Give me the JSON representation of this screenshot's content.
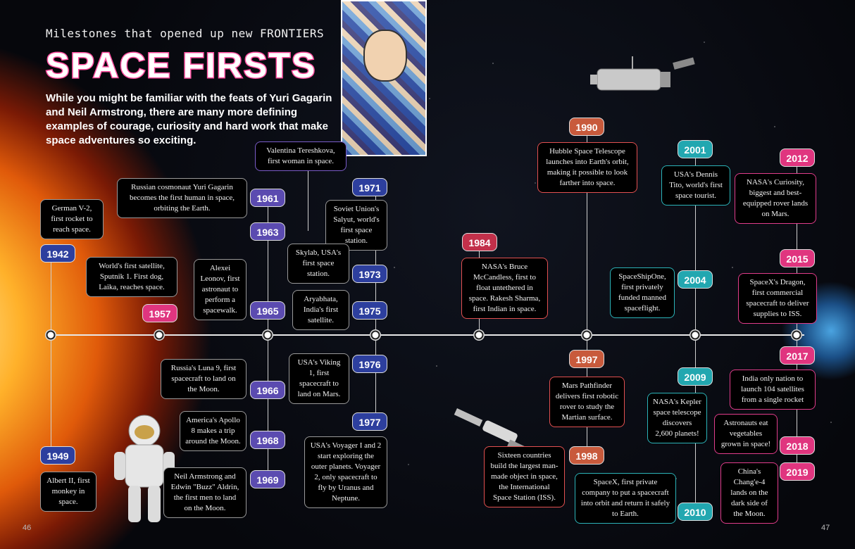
{
  "header": {
    "subtitle": "Milestones that opened up new FRONTIERS",
    "title": "SPACE FIRSTS",
    "intro": "While you might be familiar with the feats of Yuri Gagarin and Neil Armstrong, there are many more defining examples of courage, curiosity and hard work that make space adventures so exciting."
  },
  "page_numbers": {
    "left": "46",
    "right": "47"
  },
  "events": [
    {
      "year": "1942",
      "text": "German V-2, first rocket to reach space."
    },
    {
      "year": "1949",
      "text": "Albert II, first monkey in space."
    },
    {
      "year": "1957",
      "text": "World's first satellite, Sputnik 1. First dog, Laika, reaches space."
    },
    {
      "year": "1961",
      "text": "Russian cosmonaut Yuri Gagarin becomes the first human in space, orbiting the Earth."
    },
    {
      "year": "1963",
      "text": "Valentina Tereshkova, first woman in space."
    },
    {
      "year": "1965",
      "text": "Alexei Leonov, first astronaut to perform a spacewalk."
    },
    {
      "year": "1966",
      "text": "Russia's Luna 9, first spacecraft to land on the Moon."
    },
    {
      "year": "1968",
      "text": "America's Apollo 8 makes a trip around the Moon."
    },
    {
      "year": "1969",
      "text": "Neil Armstrong and Edwin \"Buzz\" Aldrin, the first men to land on the Moon."
    },
    {
      "year": "1971",
      "text": "Soviet Union's Salyut, world's first space station."
    },
    {
      "year": "1973",
      "text": "Skylab, USA's first space station."
    },
    {
      "year": "1975",
      "text": "Aryabhata, India's first satellite."
    },
    {
      "year": "1976",
      "text": "USA's Viking 1, first spacecraft to land on Mars."
    },
    {
      "year": "1977",
      "text": "USA's Voyager I and 2 start exploring the outer planets. Voyager 2, only spacecraft to fly by Uranus and Neptune."
    },
    {
      "year": "1984",
      "text": "NASA's Bruce McCandless, first to float untethered in space. Rakesh Sharma, first Indian in space."
    },
    {
      "year": "1990",
      "text": "Hubble Space Telescope launches into Earth's orbit, making it possible to look farther into space."
    },
    {
      "year": "1997",
      "text": "Mars Pathfinder delivers first robotic rover to study the Martian surface."
    },
    {
      "year": "1998",
      "text": "Sixteen countries build the largest man-made object in space, the International Space Station (ISS)."
    },
    {
      "year": "2001",
      "text": "USA's Dennis Tito, world's first space tourist."
    },
    {
      "year": "2004",
      "text": "SpaceShipOne, first privately funded manned spaceflight."
    },
    {
      "year": "2009",
      "text": "NASA's Kepler space telescope discovers 2,600 planets!"
    },
    {
      "year": "2010",
      "text": "SpaceX, first private company to put a spacecraft into orbit and return it safely to Earth."
    },
    {
      "year": "2012",
      "text": "NASA's Curiosity, biggest and best-equipped rover lands on Mars."
    },
    {
      "year": "2015",
      "text": "SpaceX's Dragon, first commercial spacecraft to deliver supplies to ISS."
    },
    {
      "year": "2017",
      "text": "India only nation to launch 104 satellites from a single rocket"
    },
    {
      "year": "2018",
      "text": "Astronauts eat vegetables grown in space!"
    },
    {
      "year": "2019",
      "text": "China's Chang'e-4 lands on the dark side of the Moon."
    }
  ]
}
